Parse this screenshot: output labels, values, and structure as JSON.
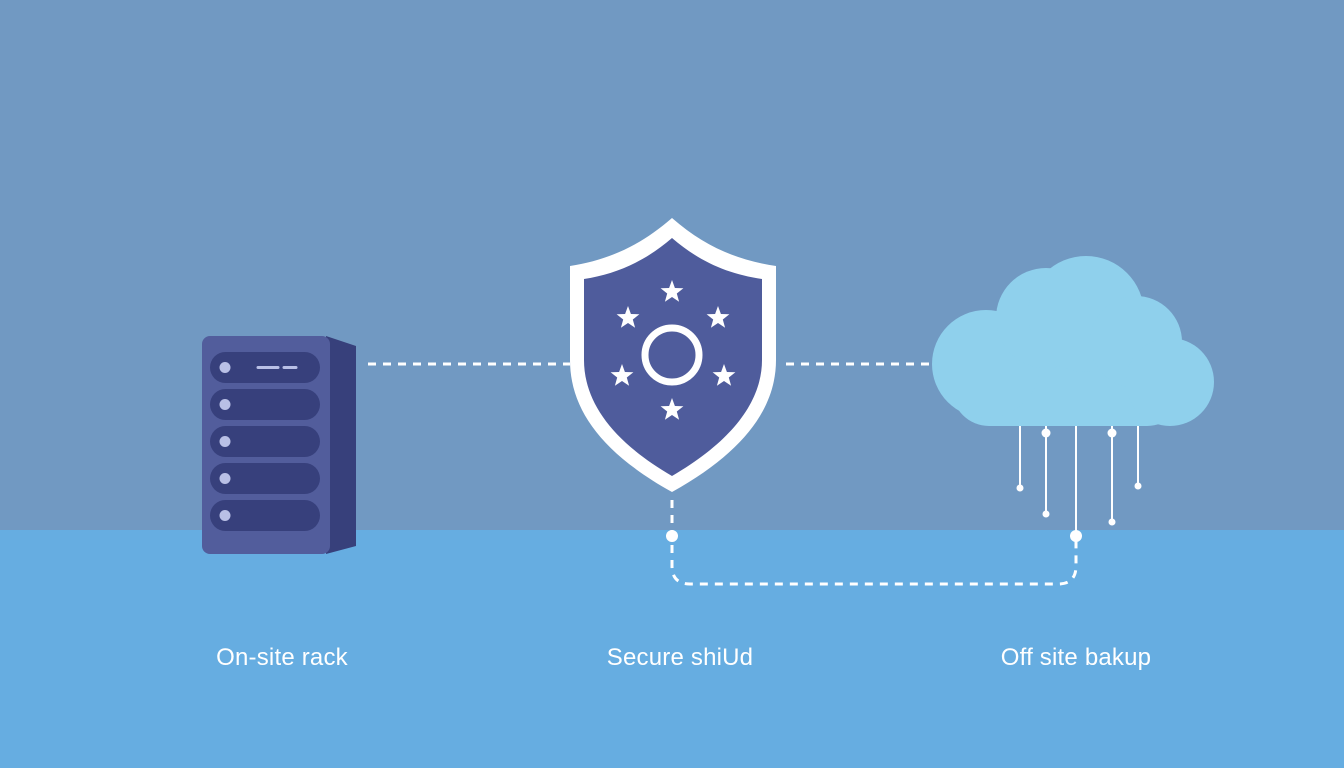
{
  "colors": {
    "sky": "#7199c2",
    "ground": "#66ade1",
    "server_front": "#525d9c",
    "server_side": "#37407b",
    "drive_bay": "#37407c",
    "drive_dot": "#b9c0e6",
    "shield_fill": "#4f5c9c",
    "shield_border": "#ffffff",
    "cloud": "#8fd0ec",
    "line": "#ffffff",
    "caption": "#ffffff"
  },
  "nodes": {
    "rack": {
      "label": "On-site rack",
      "icon": "server-rack-icon",
      "drive_count": 5
    },
    "shield": {
      "label": "Secure shiUd",
      "icon": "shield-icon",
      "star_count": 6
    },
    "cloud": {
      "label": "Off site bakup",
      "icon": "cloud-icon",
      "drop_count": 5
    }
  },
  "connections": [
    {
      "from": "rack",
      "to": "shield",
      "style": "dashed"
    },
    {
      "from": "shield",
      "to": "cloud",
      "style": "dashed"
    },
    {
      "from": "shield",
      "to": "cloud",
      "style": "dashed-loop-below"
    }
  ]
}
